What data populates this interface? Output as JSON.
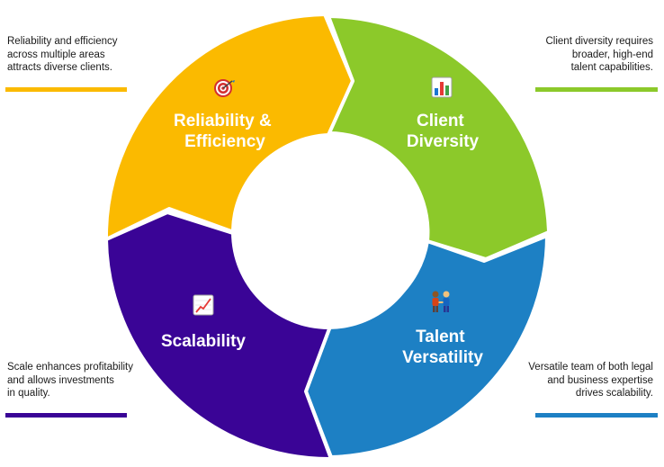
{
  "segments": [
    {
      "id": "reliability",
      "title_lines": [
        "Reliability &",
        "Efficiency"
      ],
      "color": "#FBBA00",
      "icon": "target-icon"
    },
    {
      "id": "client",
      "title_lines": [
        "Client",
        "Diversity"
      ],
      "color": "#8CC92A",
      "icon": "bar-chart-icon"
    },
    {
      "id": "talent",
      "title_lines": [
        "Talent",
        "Versatility"
      ],
      "color": "#1D80C4",
      "icon": "people-holding-hands-icon"
    },
    {
      "id": "scalability",
      "title_lines": [
        "Scalability"
      ],
      "color": "#3A0496",
      "icon": "chart-increasing-icon"
    }
  ],
  "notes": {
    "top_left": "Reliability and efficiency\nacross multiple areas\nattracts diverse clients.",
    "top_right": "Client diversity requires\nbroader, high-end\ntalent capabilities.",
    "bottom_right": "Versatile team of both legal\nand business expertise\ndrives scalability.",
    "bottom_left": "Scale enhances profitability\nand allows investments\nin quality."
  },
  "colors": {
    "yellow": "#FBBA00",
    "green": "#8CC92A",
    "blue": "#1D80C4",
    "purple": "#3A0496"
  }
}
